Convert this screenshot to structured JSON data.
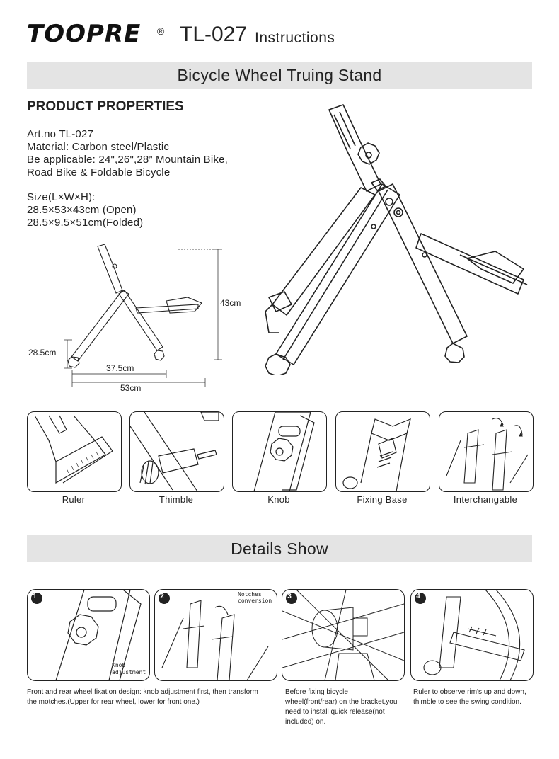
{
  "header": {
    "brand": "TOOPRE",
    "registered": "®",
    "model": "TL-027",
    "doc_type": "Instructions"
  },
  "banner_title": "Bicycle Wheel Truing Stand",
  "properties": {
    "heading": "PRODUCT PROPERTIES",
    "lines": [
      "Art.no TL-027",
      "Material: Carbon steel/Plastic",
      "Be applicable: 24\",26\",28” Mountain Bike,",
      "Road Bike & Foldable Bicycle"
    ],
    "size_lines": [
      "Size(L×W×H):",
      "28.5×53×43cm (Open)",
      "28.5×9.5×51cm(Folded)"
    ]
  },
  "dimensions": {
    "height": "43cm",
    "depth": "28.5cm",
    "inner_width": "37.5cm",
    "width": "53cm"
  },
  "features": [
    {
      "label": "Ruler"
    },
    {
      "label": "Thimble"
    },
    {
      "label": "Knob"
    },
    {
      "label": "Fixing Base"
    },
    {
      "label": "Interchangable"
    }
  ],
  "details_title": "Details Show",
  "details": [
    {
      "num": "1",
      "inline_label": "Knob\nadjustment"
    },
    {
      "num": "2",
      "inline_label": "Notches\nconversion"
    },
    {
      "num": "3",
      "inline_label": ""
    },
    {
      "num": "4",
      "inline_label": ""
    }
  ],
  "captions": {
    "c1": "Front and rear wheel fixation design: knob adjustment first, then transform the motches.(Upper for rear wheel, lower for front one.)",
    "c2": "Before fixing bicycle wheel(front/rear) on the bracket,you need to install quick release(not included) on.",
    "c3": "Ruler to observe rim's up and down, thimble to see the swing condition."
  }
}
